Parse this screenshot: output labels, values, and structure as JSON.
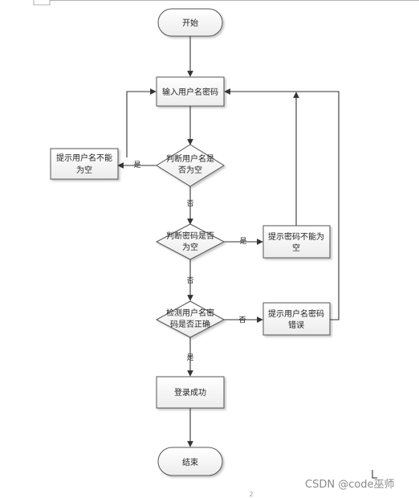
{
  "nodes": {
    "start": "开始",
    "input": "输入用户名密码",
    "check_user_empty": [
      "判断用户名是",
      "否为空"
    ],
    "msg_user_empty": [
      "提示用户名不能",
      "为空"
    ],
    "check_pwd_empty": [
      "判断密码是否",
      "为空"
    ],
    "msg_pwd_empty": [
      "提示密码不能为",
      "空"
    ],
    "verify": [
      "检测用户名密",
      "码是否正确"
    ],
    "msg_wrong": [
      "提示用户名密码",
      "错误"
    ],
    "login_success": "登录成功",
    "end": "结束"
  },
  "edges": {
    "yes": "是",
    "no": "否"
  },
  "watermark": "CSDN @code巫师",
  "page_number": "2"
}
